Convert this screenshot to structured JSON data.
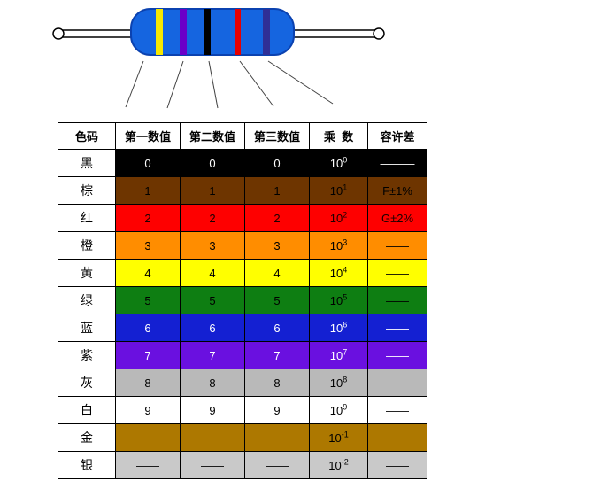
{
  "resistor": {
    "body_color": "#1565e0",
    "body_outline": "#0b42b0",
    "band_names": [
      "yellow",
      "violet",
      "black",
      "red",
      "dark-violet"
    ],
    "band_colors": [
      "#f7e800",
      "#6a00c8",
      "#000000",
      "#e60000",
      "#2f2f96"
    ]
  },
  "table": {
    "headers": [
      "色码",
      "第一数值",
      "第二数值",
      "第三数值",
      "乘  数",
      "容许差"
    ],
    "rows": [
      {
        "name": "黑",
        "v1": "0",
        "v2": "0",
        "v3": "0",
        "mult_base": "10",
        "mult_exp": "0",
        "tol": "———",
        "bg": "#000000",
        "fg": "#ffffff"
      },
      {
        "name": "棕",
        "v1": "1",
        "v2": "1",
        "v3": "1",
        "mult_base": "10",
        "mult_exp": "1",
        "tol": "F±1%",
        "bg": "#6e3500",
        "fg": "#000000"
      },
      {
        "name": "红",
        "v1": "2",
        "v2": "2",
        "v3": "2",
        "mult_base": "10",
        "mult_exp": "2",
        "tol": "G±2%",
        "bg": "#fe0000",
        "fg": "#1a0000"
      },
      {
        "name": "橙",
        "v1": "3",
        "v2": "3",
        "v3": "3",
        "mult_base": "10",
        "mult_exp": "3",
        "tol": "——",
        "bg": "#ff8d00",
        "fg": "#000000"
      },
      {
        "name": "黄",
        "v1": "4",
        "v2": "4",
        "v3": "4",
        "mult_base": "10",
        "mult_exp": "4",
        "tol": "——",
        "bg": "#ffff00",
        "fg": "#000000"
      },
      {
        "name": "绿",
        "v1": "5",
        "v2": "5",
        "v3": "5",
        "mult_base": "10",
        "mult_exp": "5",
        "tol": "——",
        "bg": "#0e7e12",
        "fg": "#000000"
      },
      {
        "name": "蓝",
        "v1": "6",
        "v2": "6",
        "v3": "6",
        "mult_base": "10",
        "mult_exp": "6",
        "tol": "——",
        "bg": "#1420d2",
        "fg": "#ffffff"
      },
      {
        "name": "紫",
        "v1": "7",
        "v2": "7",
        "v3": "7",
        "mult_base": "10",
        "mult_exp": "7",
        "tol": "——",
        "bg": "#6a10e0",
        "fg": "#ffffff"
      },
      {
        "name": "灰",
        "v1": "8",
        "v2": "8",
        "v3": "8",
        "mult_base": "10",
        "mult_exp": "8",
        "tol": "——",
        "bg": "#b9b9b9",
        "fg": "#000000"
      },
      {
        "name": "白",
        "v1": "9",
        "v2": "9",
        "v3": "9",
        "mult_base": "10",
        "mult_exp": "9",
        "tol": "——",
        "bg": "#ffffff",
        "fg": "#000000"
      },
      {
        "name": "金",
        "v1": "——",
        "v2": "——",
        "v3": "——",
        "mult_base": "10",
        "mult_exp": "-1",
        "tol": "——",
        "bg": "#ad7800",
        "fg": "#000000"
      },
      {
        "name": "银",
        "v1": "——",
        "v2": "——",
        "v3": "——",
        "mult_base": "10",
        "mult_exp": "-2",
        "tol": "——",
        "bg": "#c9c9c9",
        "fg": "#000000"
      }
    ]
  }
}
